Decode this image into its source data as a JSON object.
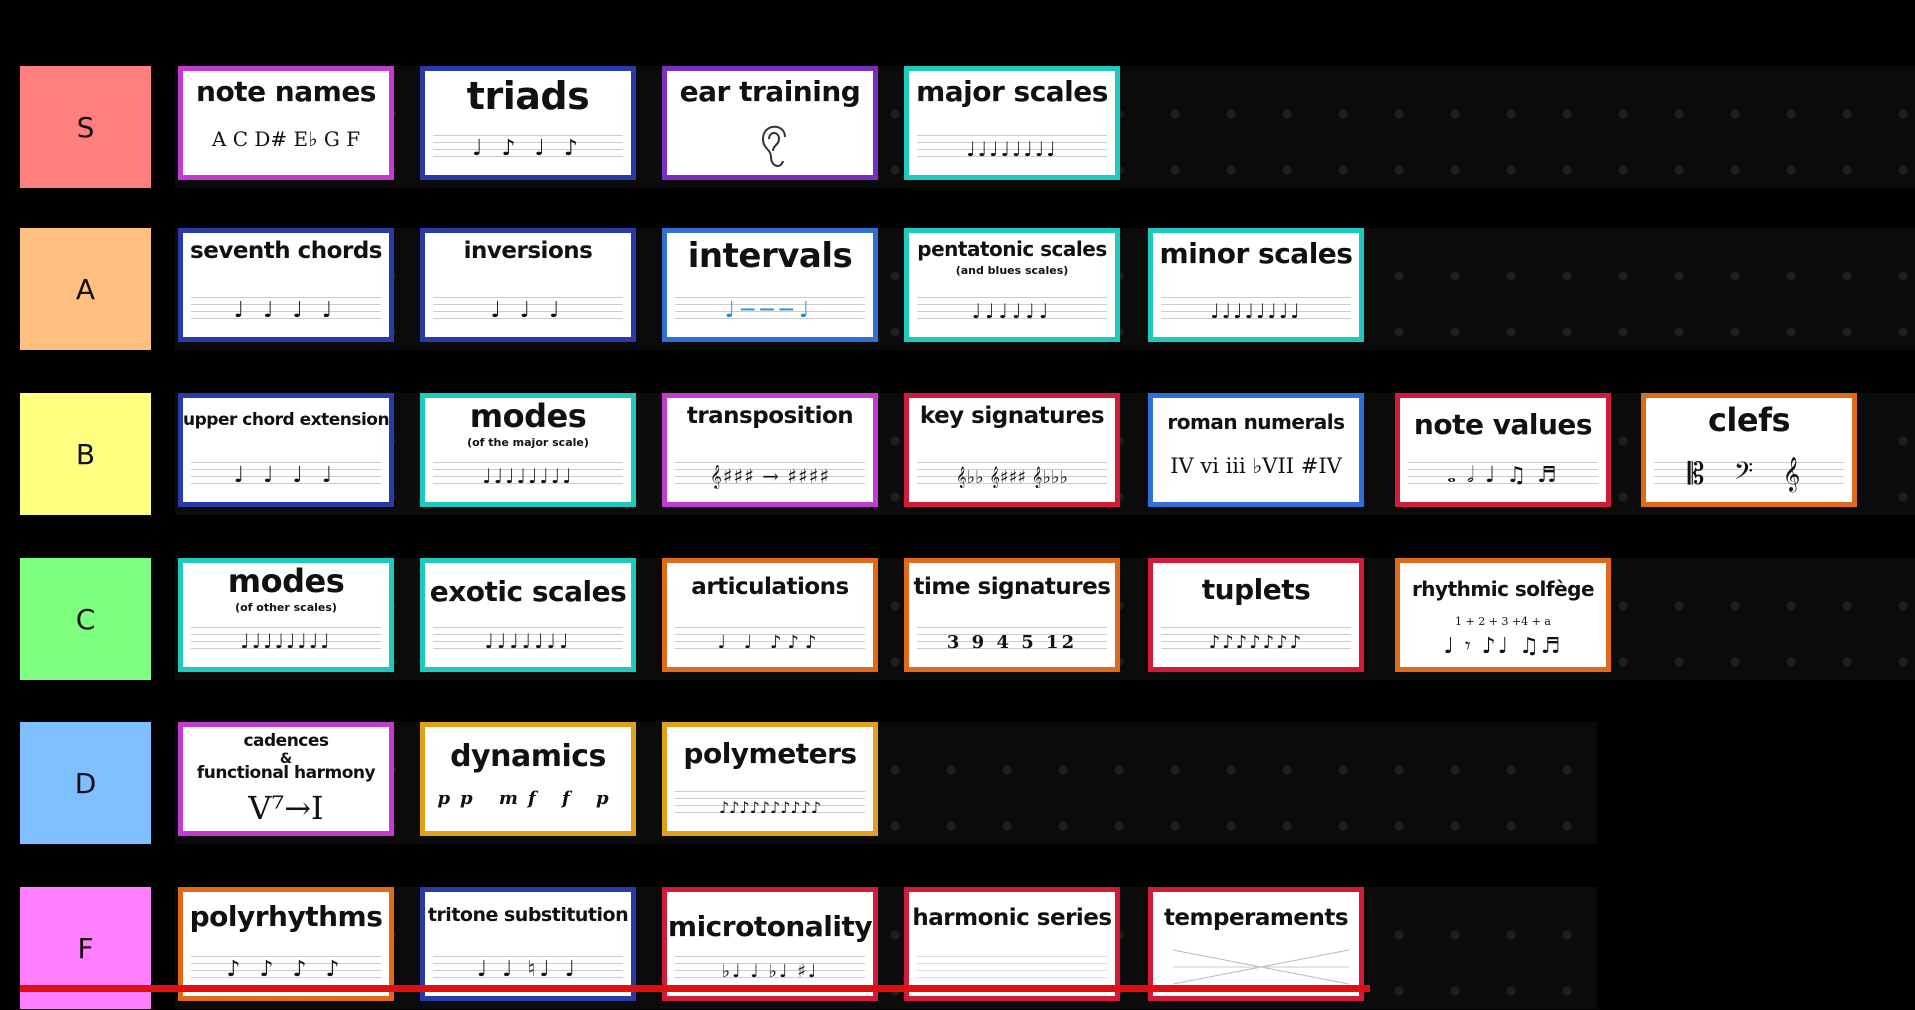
{
  "tiers": [
    {
      "label": "S",
      "bg": "#ff7f7f",
      "color": "#111111",
      "cards": [
        {
          "title": "note names",
          "sub": "A C D# E♭ G F",
          "border": "#c43bd1"
        },
        {
          "title": "triads",
          "notes": "♩ ♪ ♩ ♪",
          "border": "#2a3aa6"
        },
        {
          "title": "ear training",
          "glyph": "ear",
          "border": "#7a2fc1"
        },
        {
          "title": "major scales",
          "notes": "♩♩♩♩♩♩♩♩",
          "border": "#1ec9bd"
        }
      ]
    },
    {
      "label": "A",
      "bg": "#ffbf7f",
      "color": "#111111",
      "cards": [
        {
          "title": "seventh chords",
          "notes": "♩ ♩ ♩ ♩",
          "border": "#2a3aa6"
        },
        {
          "title": "inversions",
          "notes": "♩ ♩ ♩",
          "border": "#2a3aa6"
        },
        {
          "title": "intervals",
          "notes": "♩───♩",
          "border": "#2f6fd6"
        },
        {
          "title": "pentatonic scales",
          "sub": "(and blues scales)",
          "notes": "♩♩♩♩♩♩",
          "border": "#1ec9bd"
        },
        {
          "title": "minor scales",
          "notes": "♩♩♩♩♩♩♩♩",
          "border": "#1ec9bd"
        }
      ]
    },
    {
      "label": "B",
      "bg": "#ffff7f",
      "color": "#111111",
      "cards": [
        {
          "title": "upper chord extensions",
          "notes": "♩ ♩ ♩ ♩",
          "border": "#2a3aa6"
        },
        {
          "title": "modes",
          "sub": "(of the major scale)",
          "notes": "♩♩♩♩♩♩♩♩",
          "border": "#1ec9bd"
        },
        {
          "title": "transposition",
          "notes": "𝄞♯♯♯ → ♯♯♯♯",
          "border": "#c43bd1"
        },
        {
          "title": "key signatures",
          "notes": "𝄞♭♭ 𝄞♯♯♯ 𝄞♭♭♭",
          "border": "#d21a3a"
        },
        {
          "title": "roman numerals",
          "sub": "IV vi iii ♭VII #IV",
          "border": "#2f6fd6"
        },
        {
          "title": "note values",
          "notes": "𝅝 𝅗𝅥 ♩ ♫ ♬",
          "border": "#d21a3a"
        },
        {
          "title": "clefs",
          "notes": "𝄡 𝄢 𝄞",
          "border": "#e0691a"
        }
      ]
    },
    {
      "label": "C",
      "bg": "#7fff7f",
      "color": "#111111",
      "cards": [
        {
          "title": "modes",
          "sub": "(of other scales)",
          "notes": "♩♩♩♩♩♩♩♩",
          "border": "#1ec9bd"
        },
        {
          "title": "exotic scales",
          "notes": "♩♩♩♩♩♩♩",
          "border": "#1ec9bd"
        },
        {
          "title": "articulations",
          "notes": "♩ ♩ ♪♪♪",
          "border": "#e0691a"
        },
        {
          "title": "time signatures",
          "notes": "3 9 4 5 12",
          "border": "#e0691a"
        },
        {
          "title": "tuplets",
          "notes": "♪♪♪♪♪♪♪",
          "border": "#d21a3a"
        },
        {
          "title": "rhythmic solfège",
          "sub": "1 + 2 + 3 +4 + a",
          "notes": "♩ 𝄾 ♪♩ ♫♬",
          "border": "#e0691a"
        }
      ]
    },
    {
      "label": "D",
      "bg": "#7fbfff",
      "color": "#111111",
      "cards": [
        {
          "title": "cadences",
          "sub": "&",
          "title2": "functional harmony",
          "glyph": "V⁷→I",
          "border": "#c43bd1"
        },
        {
          "title": "dynamics",
          "notes": "pp mf f p",
          "border": "#e0a01a"
        },
        {
          "title": "polymeters",
          "notes": "♪♪♪♪♪♪♪♪♪♪",
          "border": "#e0a01a"
        }
      ]
    },
    {
      "label": "F",
      "bg": "#ff7fff",
      "color": "#111111",
      "cards": [
        {
          "title": "polyrhythms",
          "notes": "♪ ♪ ♪ ♪",
          "border": "#e0691a"
        },
        {
          "title": "tritone substitution",
          "notes": "♩ ♩ ♮♩ ♩",
          "border": "#2a3aa6"
        },
        {
          "title": "microtonality",
          "notes": "♭♩ ♩ ♭♩ ♯♩",
          "border": "#d21a3a"
        },
        {
          "title": "harmonic series",
          "notes": "",
          "border": "#d21a3a"
        },
        {
          "title": "temperaments",
          "notes": "",
          "border": "#d21a3a"
        }
      ]
    }
  ]
}
